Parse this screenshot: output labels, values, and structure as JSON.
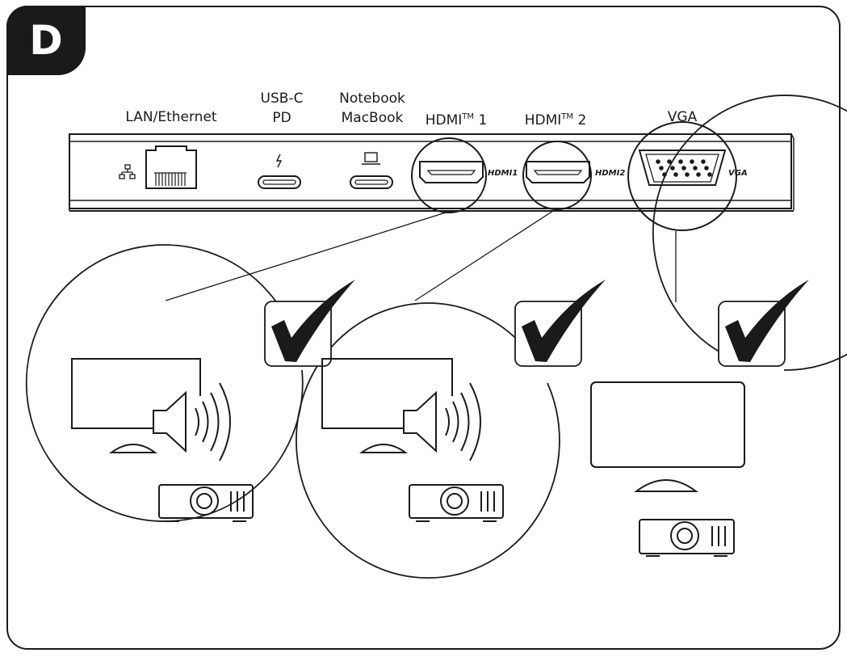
{
  "section_badge": "D",
  "ports": {
    "lan": {
      "label": "LAN/Ethernet",
      "icon": "network-icon"
    },
    "usbc_pd": {
      "label": "USB-C\nPD",
      "icon": "lightning-icon"
    },
    "notebook": {
      "label": "Notebook\nMacBook",
      "icon": "laptop-icon"
    },
    "hdmi1": {
      "label_main": "HDMI",
      "label_sup": "TM",
      "label_num": " 1",
      "engraving": "HDMI1"
    },
    "hdmi2": {
      "label_main": "HDMI",
      "label_sup": "TM",
      "label_num": " 2",
      "engraving": "HDMI2"
    },
    "vga": {
      "label": "VGA",
      "engraving": "VGA"
    }
  },
  "outputs": [
    {
      "port": "HDMI 1",
      "supported": true,
      "features": [
        "display",
        "audio",
        "projector"
      ]
    },
    {
      "port": "HDMI 2",
      "supported": true,
      "features": [
        "display",
        "audio",
        "projector"
      ]
    },
    {
      "port": "VGA",
      "supported": true,
      "features": [
        "display",
        "projector"
      ]
    }
  ],
  "colors": {
    "stroke": "#1a1a1a",
    "background": "#ffffff"
  }
}
